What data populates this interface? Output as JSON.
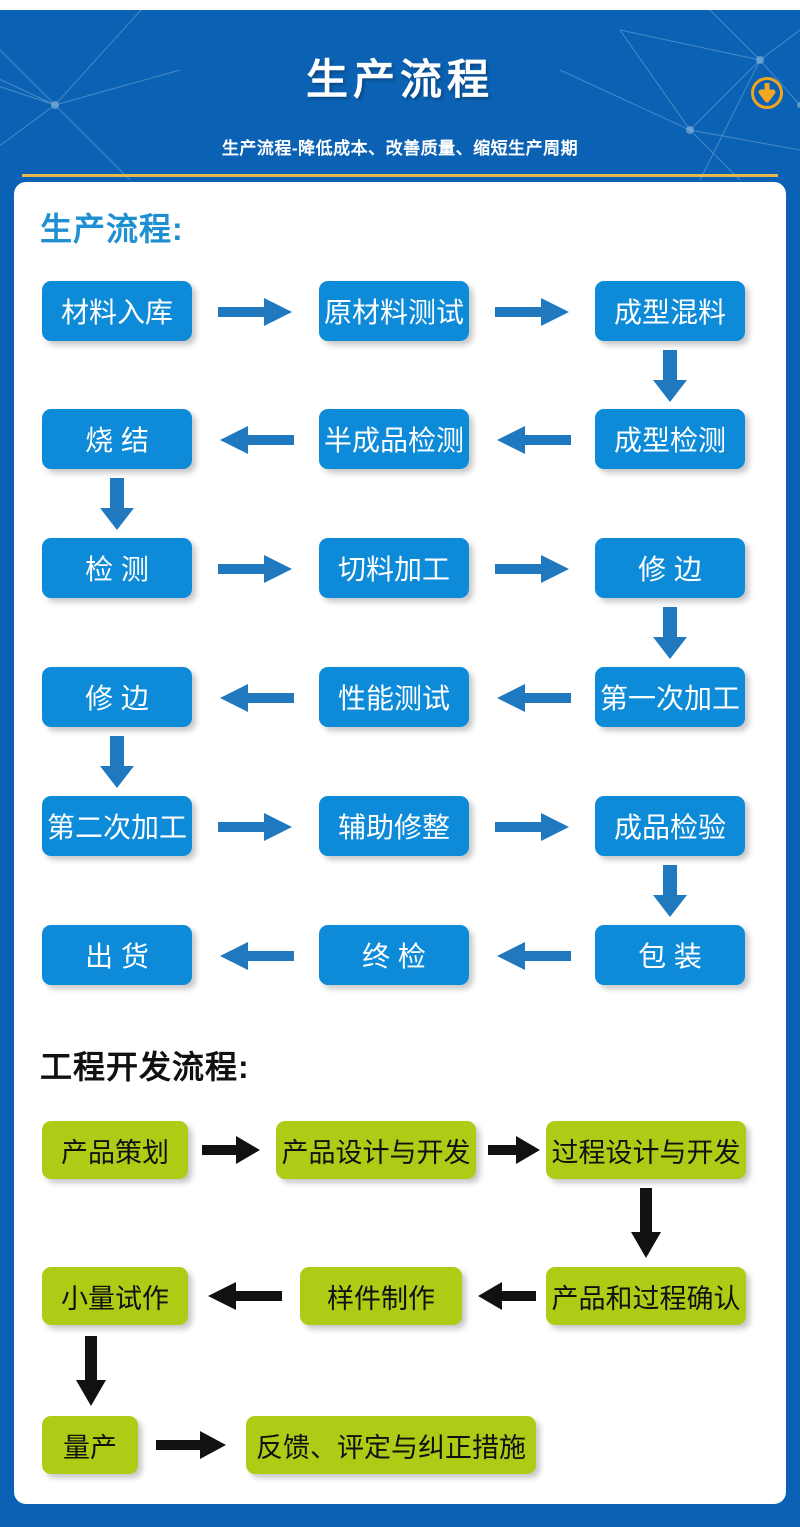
{
  "header": {
    "title": "生产流程",
    "subtitle": "生产流程-降低成本、改善质量、缩短生产周期",
    "download_icon": "arrow-down-circle-icon"
  },
  "colors": {
    "header_blue": "#0B62B4",
    "node_blue": "#0D8BD9",
    "node_green": "#AECB15",
    "gold_rule": "#E8B64C",
    "title_blue": "#1E8FD0",
    "arrow_blue": "#2079BE",
    "arrow_black": "#111111"
  },
  "sections": [
    {
      "id": "production",
      "heading": "生产流程:",
      "node_color": "blue",
      "nodes": [
        {
          "label": "材料入库",
          "col": 0,
          "row": 0
        },
        {
          "label": "原材料测试",
          "col": 1,
          "row": 0
        },
        {
          "label": "成型混料",
          "col": 2,
          "row": 0
        },
        {
          "label": "成型检测",
          "col": 2,
          "row": 1
        },
        {
          "label": "半成品检测",
          "col": 1,
          "row": 1
        },
        {
          "label": "烧 结",
          "col": 0,
          "row": 1
        },
        {
          "label": "检 测",
          "col": 0,
          "row": 2
        },
        {
          "label": "切料加工",
          "col": 1,
          "row": 2
        },
        {
          "label": "修 边",
          "col": 2,
          "row": 2
        },
        {
          "label": "第一次加工",
          "col": 2,
          "row": 3
        },
        {
          "label": "性能测试",
          "col": 1,
          "row": 3
        },
        {
          "label": "修 边",
          "col": 0,
          "row": 3
        },
        {
          "label": "第二次加工",
          "col": 0,
          "row": 4
        },
        {
          "label": "辅助修整",
          "col": 1,
          "row": 4
        },
        {
          "label": "成品检验",
          "col": 2,
          "row": 4
        },
        {
          "label": "包 装",
          "col": 2,
          "row": 5
        },
        {
          "label": "终 检",
          "col": 1,
          "row": 5
        },
        {
          "label": "出 货",
          "col": 0,
          "row": 5
        }
      ]
    },
    {
      "id": "engineering",
      "heading": "工程开发流程:",
      "node_color": "green",
      "nodes": [
        {
          "label": "产品策划",
          "col": 0,
          "row": 0
        },
        {
          "label": "产品设计与开发",
          "col": 1,
          "row": 0
        },
        {
          "label": "过程设计与开发",
          "col": 2,
          "row": 0
        },
        {
          "label": "产品和过程确认",
          "col": 2,
          "row": 1
        },
        {
          "label": "样件制作",
          "col": 1,
          "row": 1
        },
        {
          "label": "小量试作",
          "col": 0,
          "row": 1
        },
        {
          "label": "量产",
          "col": 0,
          "row": 2
        },
        {
          "label": "反馈、评定与纠正措施",
          "col": 1,
          "row": 2
        }
      ]
    }
  ]
}
